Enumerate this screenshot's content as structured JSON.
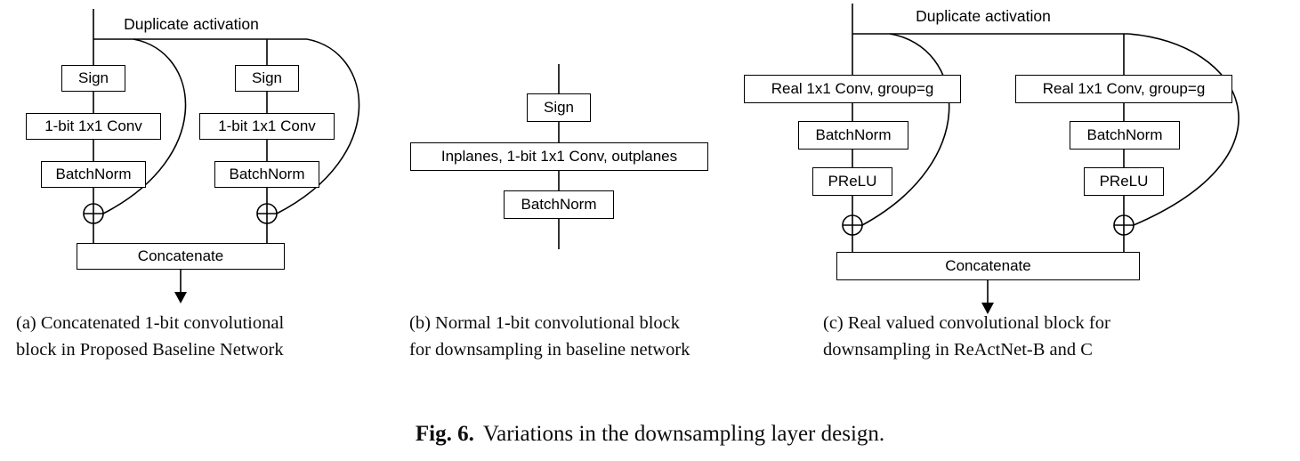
{
  "figure": {
    "caption_bold": "Fig. 6.",
    "caption_text": "Variations in the downsampling layer design."
  },
  "diagram_a": {
    "duplicate_activation": "Duplicate activation",
    "branch1": {
      "sign": "Sign",
      "conv": "1-bit 1x1 Conv",
      "bn": "BatchNorm"
    },
    "branch2": {
      "sign": "Sign",
      "conv": "1-bit 1x1 Conv",
      "bn": "BatchNorm"
    },
    "concatenate": "Concatenate",
    "caption_line1": "(a) Concatenated 1-bit convolutional",
    "caption_line2": "block in Proposed Baseline Network"
  },
  "diagram_b": {
    "sign": "Sign",
    "conv": "Inplanes, 1-bit 1x1 Conv, outplanes",
    "bn": "BatchNorm",
    "caption_line1": "(b) Normal 1-bit convolutional block",
    "caption_line2": "for downsampling in baseline network"
  },
  "diagram_c": {
    "duplicate_activation": "Duplicate activation",
    "branch1": {
      "conv": "Real 1x1 Conv, group=g",
      "bn": "BatchNorm",
      "prelu": "PReLU"
    },
    "branch2": {
      "conv": "Real 1x1 Conv, group=g",
      "bn": "BatchNorm",
      "prelu": "PReLU"
    },
    "concatenate": "Concatenate",
    "caption_line1": "(c) Real valued convolutional block for",
    "caption_line2": "downsampling in ReActNet-B and C"
  },
  "icons": {
    "add_icon": "circled-plus",
    "down_arrow_icon": "down-arrow"
  },
  "colors": {
    "line": "#000000",
    "text": "#000000",
    "background": "#ffffff"
  }
}
